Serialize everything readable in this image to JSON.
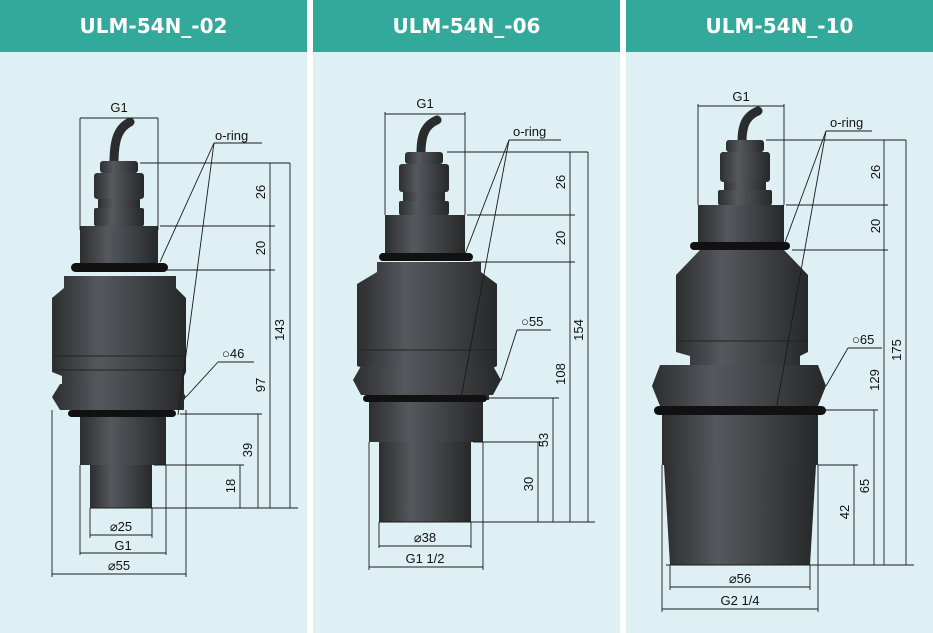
{
  "panels": [
    {
      "title": "ULM-54N_-02",
      "labels": {
        "top_thread": "G1",
        "oring": "o-ring",
        "dim_a": "26",
        "dim_b": "20",
        "total": "143",
        "nut": "○46",
        "body": "97",
        "lower": "39",
        "tip": "18",
        "d_tip": "⌀25",
        "thread": "G1",
        "d_body": "⌀55"
      }
    },
    {
      "title": "ULM-54N_-06",
      "labels": {
        "top_thread": "G1",
        "oring": "o-ring",
        "dim_a": "26",
        "dim_b": "20",
        "total": "154",
        "nut": "○55",
        "body": "108",
        "lower": "53",
        "tip": "30",
        "d_tip": "⌀38",
        "thread": "G1 1/2"
      }
    },
    {
      "title": "ULM-54N_-10",
      "labels": {
        "top_thread": "G1",
        "oring": "o-ring",
        "dim_a": "26",
        "dim_b": "20",
        "total": "175",
        "nut": "○65",
        "body": "129",
        "lower": "65",
        "tip": "42",
        "d_tip": "⌀56",
        "thread": "G2 1/4"
      }
    }
  ],
  "colors": {
    "header": "#32a99a",
    "panel_bg": "#def0f4",
    "body_dark": "#3c3f42",
    "oring": "#111111"
  }
}
